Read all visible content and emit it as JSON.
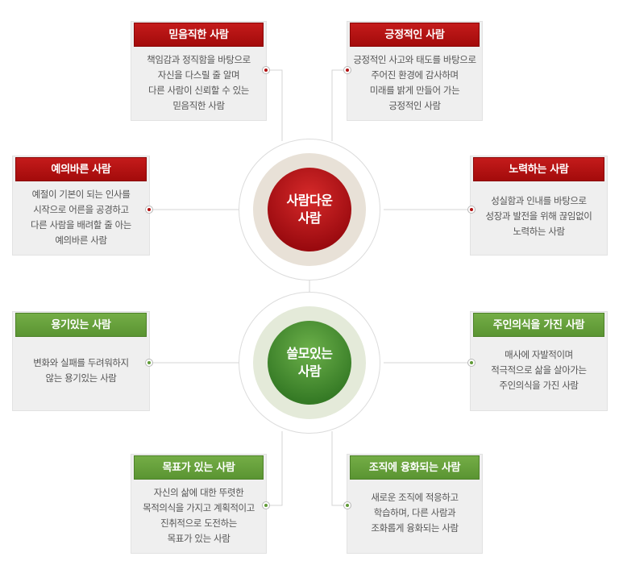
{
  "hubs": {
    "top": {
      "label": "사람다운\n사람",
      "color": "#b5131a",
      "ring": "#e8e1d7"
    },
    "bottom": {
      "label": "쓸모있는\n사람",
      "color": "#4c8f2e",
      "ring": "#e4ead9"
    }
  },
  "cards": {
    "faith": {
      "label": "믿음직한 사람",
      "desc": "책임감과 정직함을 바탕으로\n자신을 다스릴 줄 알며\n다른 사람이 신뢰할 수 있는\n믿음직한 사람"
    },
    "positive": {
      "label": "긍정적인 사람",
      "desc": "긍정적인 사고와 태도를 바탕으로\n주어진 환경에 감사하며\n미래를 밝게 만들어 가는\n긍정적인 사람"
    },
    "polite": {
      "label": "예의바른 사람",
      "desc": "예절이 기본이 되는 인사를\n시작으로 어른을 공경하고\n다른 사람을 배려할 줄 아는\n예의바른 사람"
    },
    "effort": {
      "label": "노력하는 사람",
      "desc": "성실함과 인내를 바탕으로\n성장과 발전을 위해 끊임없이\n노력하는 사람"
    },
    "courage": {
      "label": "용기있는 사람",
      "desc": "변화와 실패를 두려워하지\n않는 용기있는 사람"
    },
    "ownership": {
      "label": "주인의식을 가진 사람",
      "desc": "매사에 자발적이며\n적극적으로 삶을 살아가는\n주인의식을 가진 사람"
    },
    "goal": {
      "label": "목표가 있는 사람",
      "desc": "자신의 삶에 대한 뚜렷한\n목적의식을 가지고 계획적이고\n진취적으로 도전하는\n목표가 있는 사람"
    },
    "harmony": {
      "label": "조직에 융화되는 사람",
      "desc": "새로운 조직에 적응하고\n학습하며, 다른 사람과\n조화롭게 융화되는 사람"
    }
  }
}
